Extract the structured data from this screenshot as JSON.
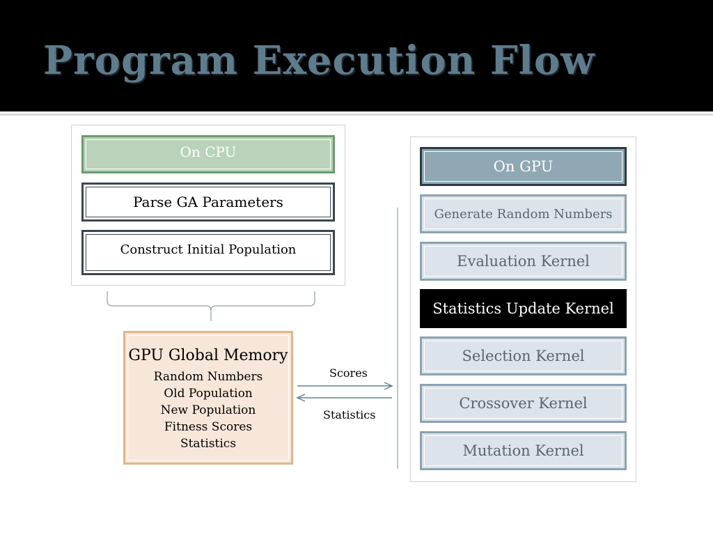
{
  "title": "Program Execution Flow",
  "cpu": {
    "header": "On CPU",
    "steps": [
      "Parse GA Parameters",
      "Construct Initial Population"
    ]
  },
  "memory": {
    "title": "GPU Global Memory",
    "items": [
      "Random Numbers",
      "Old Population",
      "New Population",
      "Fitness Scores",
      "Statistics"
    ]
  },
  "arrows": {
    "to_gpu_label": "Scores",
    "to_memory_label": "Statistics"
  },
  "gpu": {
    "header": "On GPU",
    "steps": [
      "Generate Random Numbers",
      "Evaluation Kernel",
      "Statistics Update Kernel",
      "Selection Kernel",
      "Crossover Kernel",
      "Mutation Kernel"
    ],
    "highlighted_step": "Statistics Update Kernel"
  },
  "colors": {
    "title": "#5f7c8c",
    "cpu_header": "#b9d2b9",
    "gpu_header": "#8fa8b4",
    "gpu_step": "#dce3ea",
    "memory": "#f7e7da",
    "highlight": "#000000"
  }
}
